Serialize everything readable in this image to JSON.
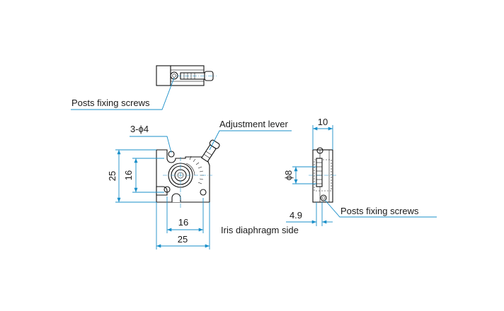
{
  "labels": {
    "posts_fixing_screws_top": "Posts fixing screws",
    "posts_fixing_screws_side": "Posts fixing screws",
    "adjustment_lever": "Adjustment lever",
    "iris_diaphragm_side": "Iris diaphragm side",
    "holes": "3-ϕ4"
  },
  "dimensions": {
    "front_height_outer": "25",
    "front_height_inner": "16",
    "front_width_inner": "16",
    "front_width_outer": "25",
    "side_width": "10",
    "side_aperture": "ϕ8",
    "side_offset": "4.9"
  },
  "colors": {
    "dimension_line": "#1a8fc9",
    "outline": "#111111"
  }
}
